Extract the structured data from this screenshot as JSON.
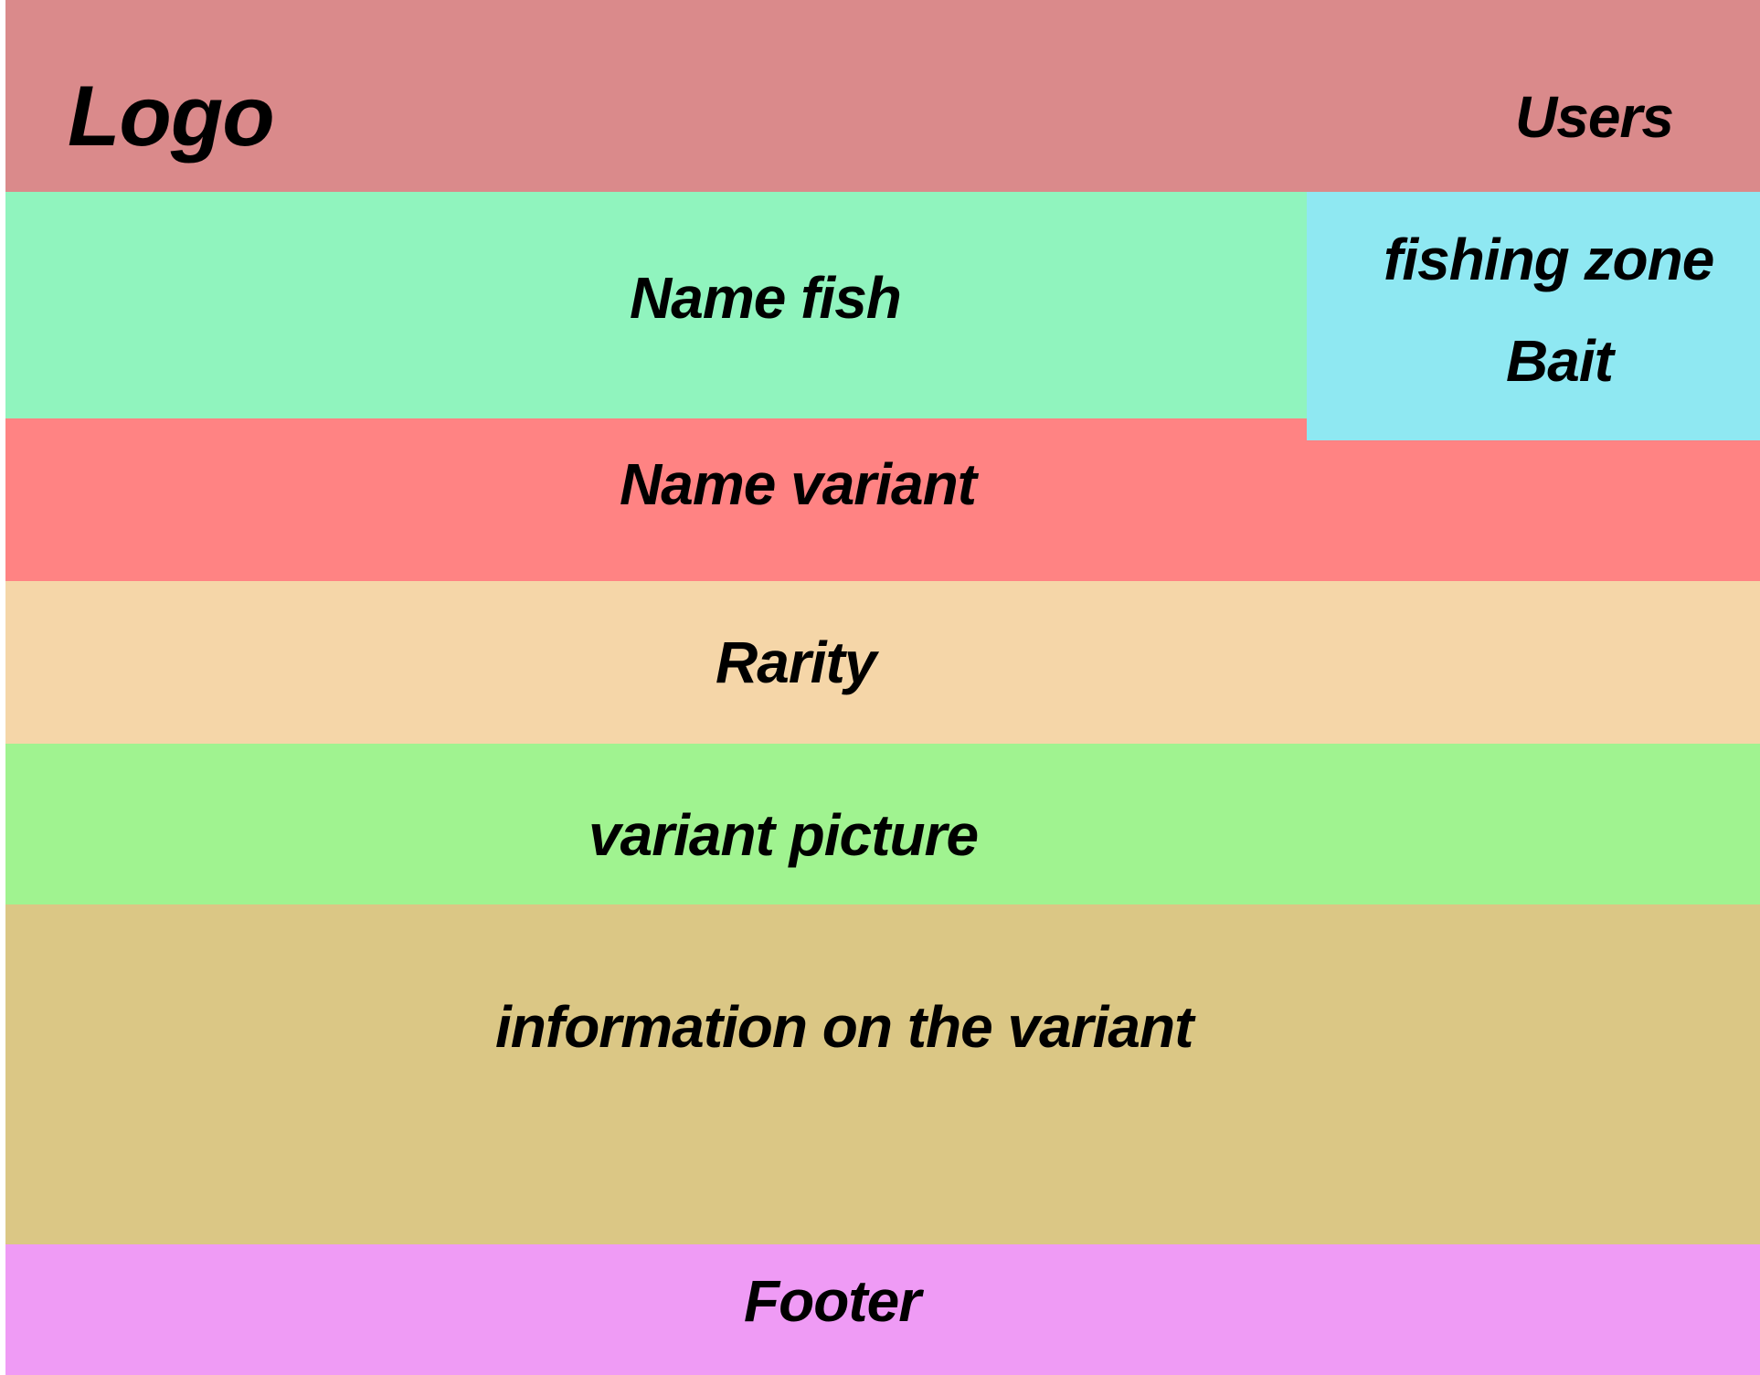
{
  "header": {
    "logo": "Logo",
    "users": "Users"
  },
  "sections": {
    "name_fish": "Name fish",
    "fishing_zone": "fishing zone",
    "bait": "Bait",
    "name_variant": "Name variant",
    "rarity": "Rarity",
    "variant_picture": "variant picture",
    "variant_info": "information on the variant",
    "footer": "Footer"
  },
  "colors": {
    "header": "#DA8A8B",
    "name_fish": "#90F4BE",
    "side_panel": "#8FE8F2",
    "name_variant": "#FF8383",
    "rarity": "#F5D6A8",
    "variant_picture": "#A0F390",
    "variant_info": "#DBC785",
    "footer": "#EF9BF5"
  }
}
